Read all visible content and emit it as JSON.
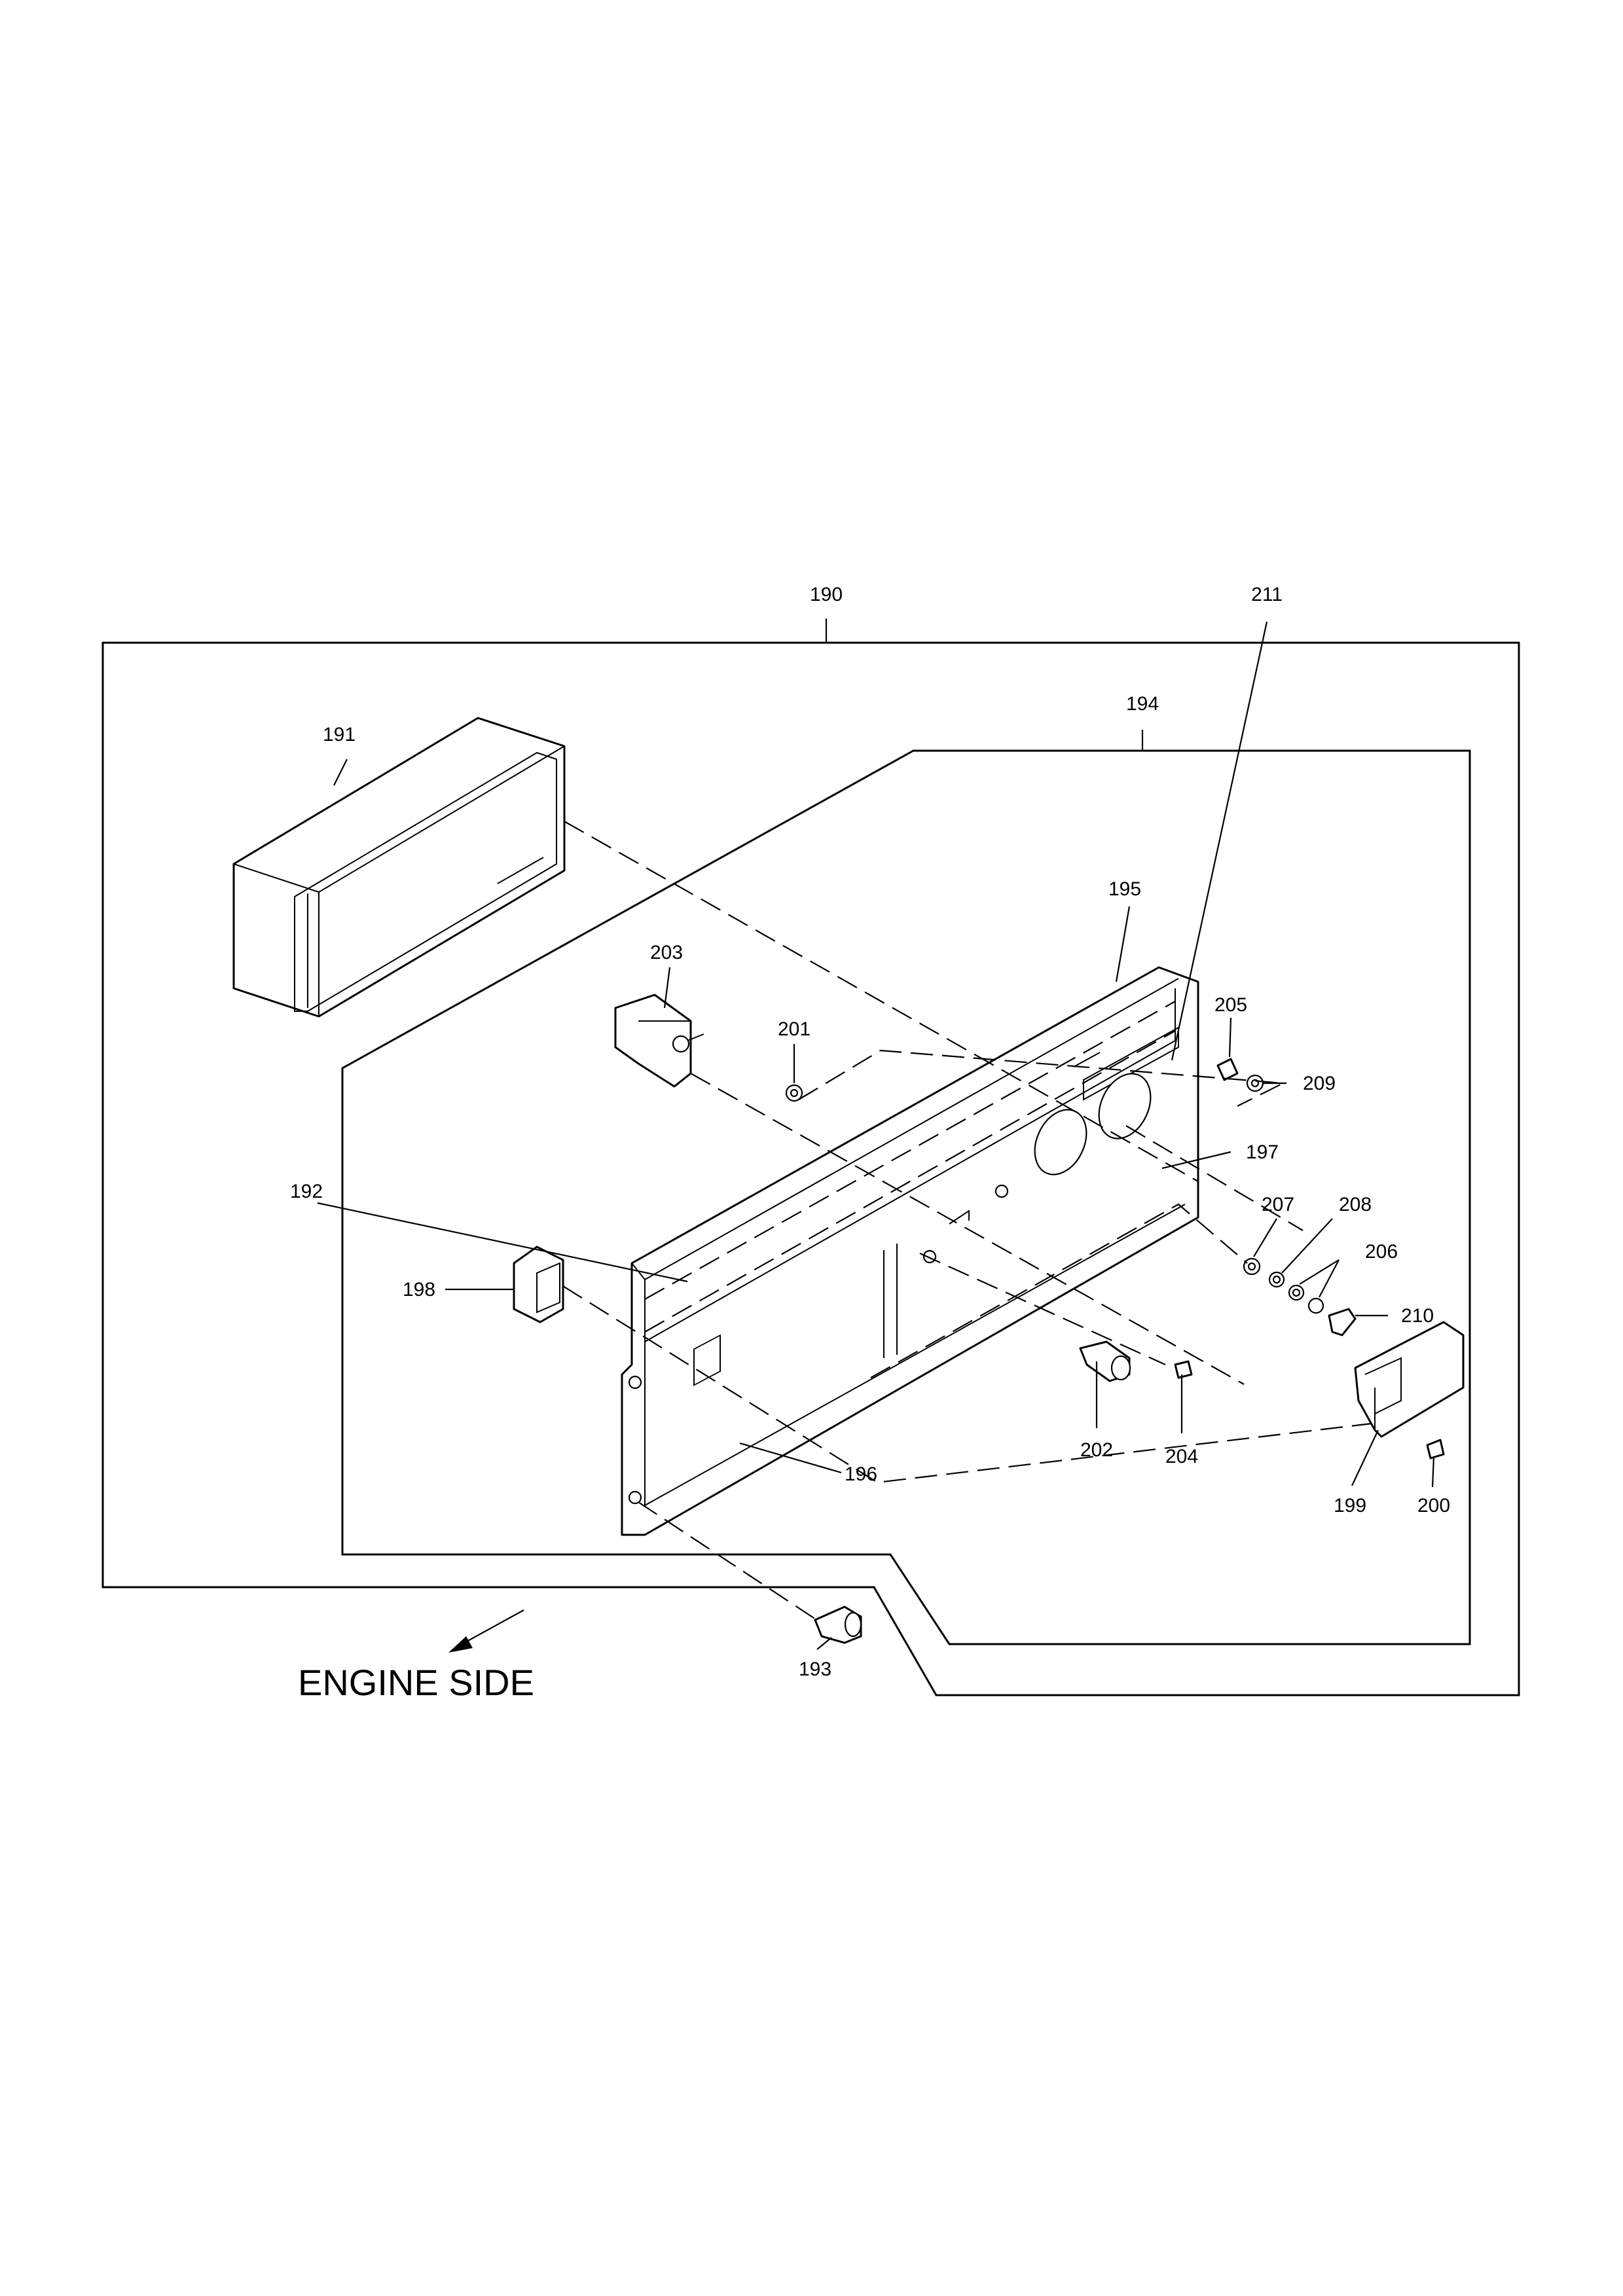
{
  "labels": {
    "p190": "190",
    "p191": "191",
    "p192": "192",
    "p193": "193",
    "p194": "194",
    "p195": "195",
    "p196": "196",
    "p197": "197",
    "p198": "198",
    "p199": "199",
    "p200": "200",
    "p201": "201",
    "p202": "202",
    "p203": "203",
    "p204": "204",
    "p205": "205",
    "p206": "206",
    "p207": "207",
    "p208": "208",
    "p209": "209",
    "p210": "210",
    "p211": "211"
  },
  "caption": "ENGINE SIDE"
}
